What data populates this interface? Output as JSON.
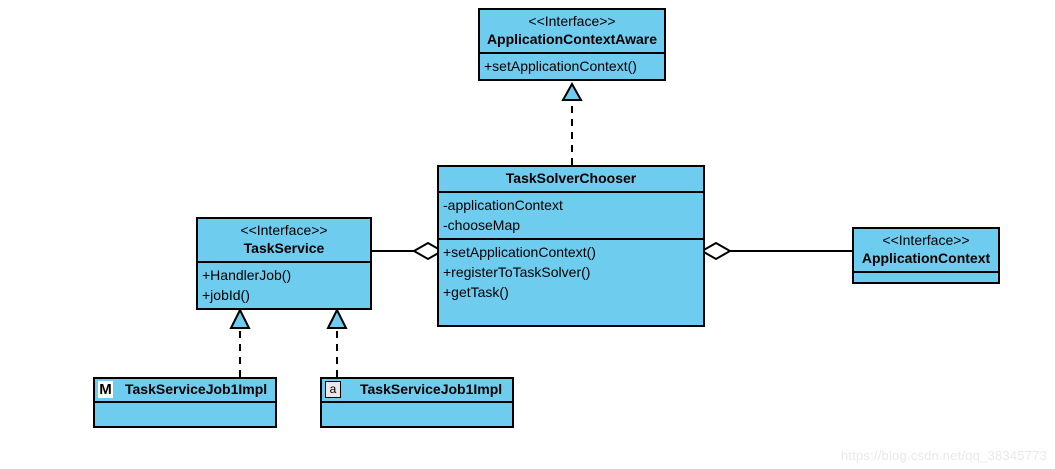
{
  "diagram": {
    "title": "TaskSolverChooser UML class diagram",
    "colors": {
      "box_fill": "#6ECCEF",
      "box_stroke": "#000000",
      "background": "#ffffff",
      "watermark": "#e9e9e9"
    },
    "classes": {
      "application_context_aware": {
        "stereotype": "<<Interface>>",
        "name": "ApplicationContextAware",
        "attributes": [],
        "methods": [
          "+setApplicationContext()"
        ]
      },
      "task_solver_chooser": {
        "stereotype": "",
        "name": "TaskSolverChooser",
        "attributes": [
          "-applicationContext",
          "-chooseMap"
        ],
        "methods": [
          "+setApplicationContext()",
          "+registerToTaskSolver()",
          "+getTask()"
        ]
      },
      "task_service": {
        "stereotype": "<<Interface>>",
        "name": "TaskService",
        "attributes": [],
        "methods": [
          "+HandlerJob()",
          "+jobId()"
        ]
      },
      "application_context": {
        "stereotype": "<<Interface>>",
        "name": "ApplicationContext",
        "attributes": [],
        "methods": []
      },
      "task_service_job1_impl_m": {
        "badge": "M",
        "name": "TaskServiceJob1Impl",
        "attributes": [],
        "methods": []
      },
      "task_service_job1_impl_a": {
        "badge": "a",
        "name": "TaskServiceJob1Impl",
        "attributes": [],
        "methods": []
      }
    },
    "relationships": [
      {
        "kind": "realization",
        "style": "dashed-hollow-triangle",
        "from": "TaskSolverChooser",
        "to": "ApplicationContextAware"
      },
      {
        "kind": "aggregation",
        "style": "solid-hollow-diamond",
        "from": "TaskSolverChooser",
        "to": "TaskService"
      },
      {
        "kind": "aggregation",
        "style": "solid-hollow-diamond",
        "from": "TaskSolverChooser",
        "to": "ApplicationContext"
      },
      {
        "kind": "realization",
        "style": "dashed-hollow-triangle",
        "from": "TaskServiceJob1Impl",
        "to": "TaskService"
      },
      {
        "kind": "realization",
        "style": "dashed-hollow-triangle",
        "from": "TaskServiceJob1Impl",
        "to": "TaskService"
      }
    ]
  },
  "watermark": {
    "text": "https://blog.csdn.net/qq_38345773"
  }
}
